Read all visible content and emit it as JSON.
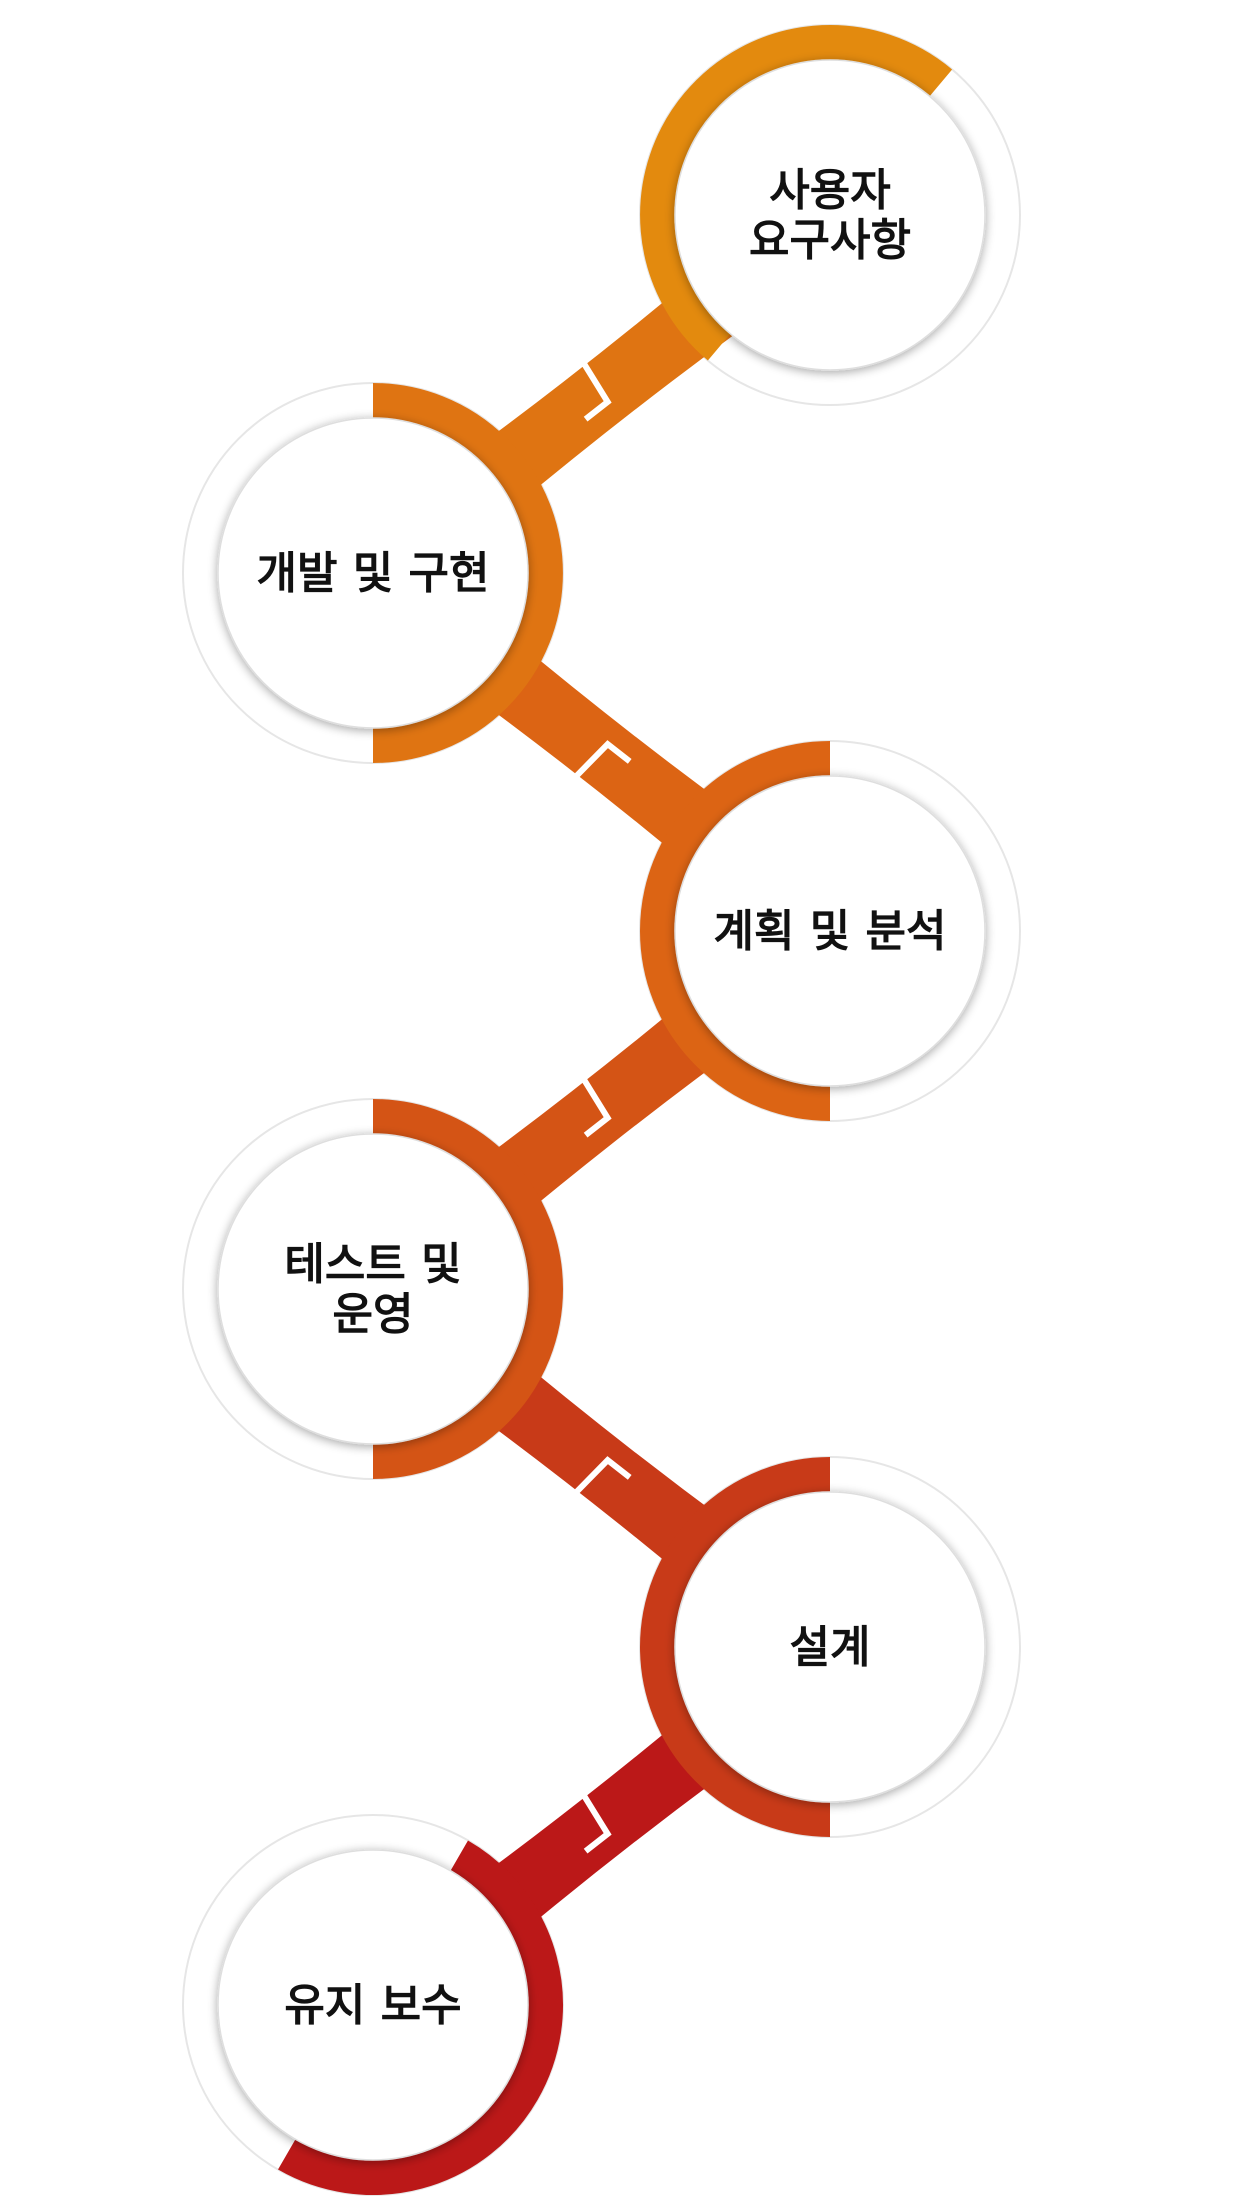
{
  "diagram": {
    "steps": [
      {
        "lines": [
          "사용자",
          "요구사항"
        ],
        "color": "#e38a0e"
      },
      {
        "lines": [
          "개발 및 구현"
        ],
        "color": "#df7412"
      },
      {
        "lines": [
          "계획 및 분석"
        ],
        "color": "#dc6414"
      },
      {
        "lines": [
          "테스트 및",
          "운영"
        ],
        "color": "#d45415"
      },
      {
        "lines": [
          "설계"
        ],
        "color": "#c83a18"
      },
      {
        "lines": [
          "유지 보수"
        ],
        "color": "#bb1818"
      }
    ]
  }
}
